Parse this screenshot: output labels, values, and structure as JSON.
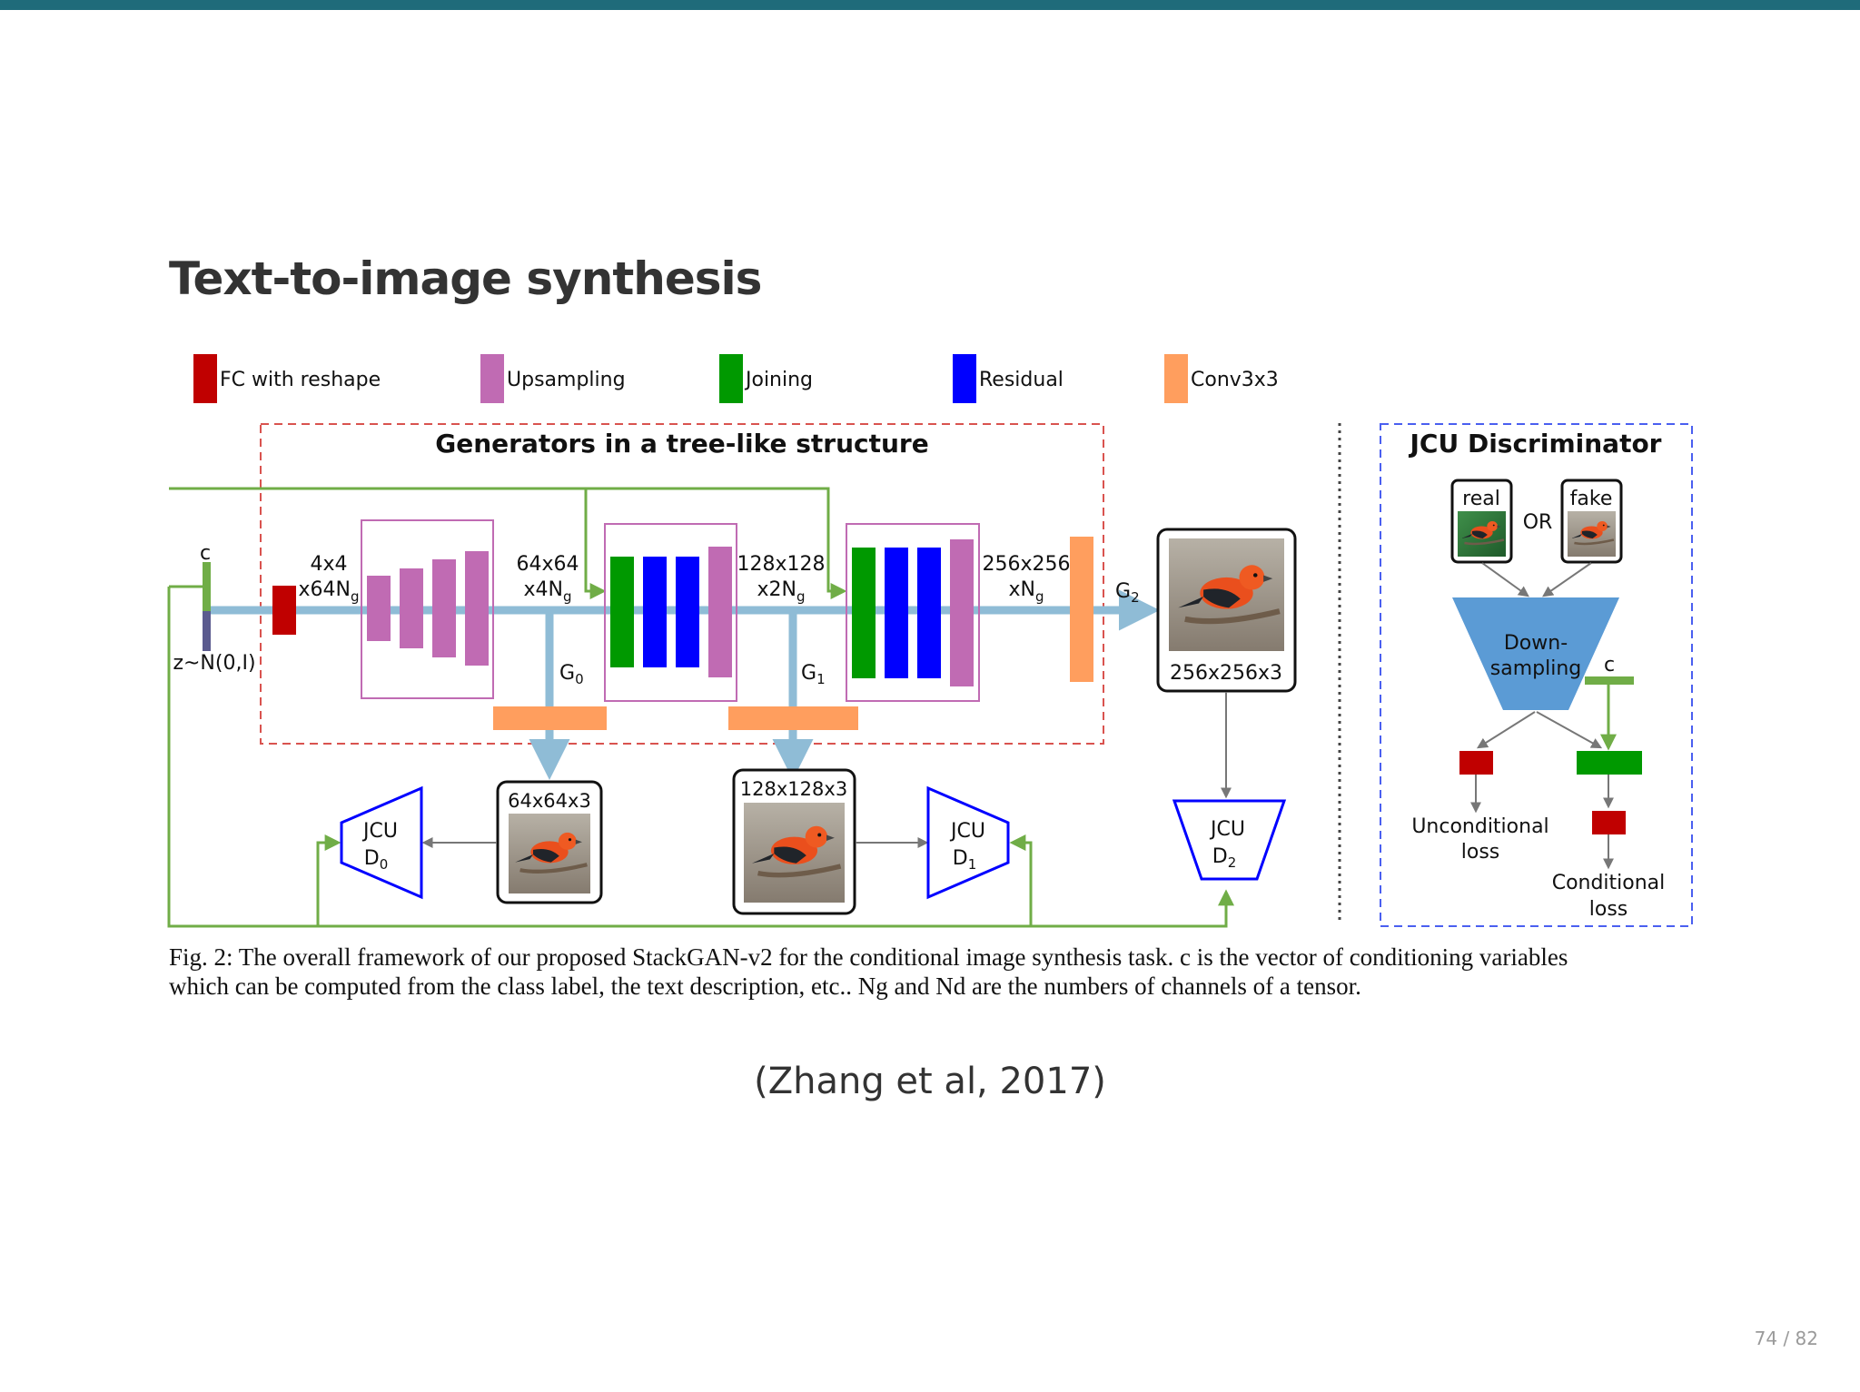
{
  "slide": {
    "title": "Text-to-image synthesis",
    "citation": "(Zhang et al, 2017)",
    "page_number": "74 / 82"
  },
  "legend": [
    {
      "label": "FC with reshape",
      "color": "#c00000"
    },
    {
      "label": "Upsampling",
      "color": "#c06bb3"
    },
    {
      "label": "Joining",
      "color": "#009900"
    },
    {
      "label": "Residual",
      "color": "#0000ff"
    },
    {
      "label": "Conv3x3",
      "color": "#ff9e5e"
    }
  ],
  "generators": {
    "title": "Generators in a tree-like structure",
    "c_label": "c",
    "z_label": "z~N(0,I)",
    "stage0_line1": "4x4",
    "stage0_line2": "x64N",
    "stage1_line1": "64x64",
    "stage1_line2": "x4N",
    "stage2_line1": "128x128",
    "stage2_line2": "x2N",
    "stage3_line1": "256x256",
    "stage3_line2": "xN",
    "subscript_g": "g",
    "g0": "G",
    "g1": "G",
    "g2": "G",
    "sub0": "0",
    "sub1": "1",
    "sub2": "2"
  },
  "outputs": {
    "img64": "64x64x3",
    "img128": "128x128x3",
    "img256": "256x256x3"
  },
  "discriminators": {
    "d_label": "JCU",
    "d0": "D",
    "d1": "D",
    "d2": "D"
  },
  "jcu": {
    "title": "JCU Discriminator",
    "real": "real",
    "fake": "fake",
    "or": "OR",
    "down1": "Down-",
    "down2": "sampling",
    "c": "c",
    "uncond1": "Unconditional",
    "uncond2": "loss",
    "cond1": "Conditional",
    "cond2": "loss"
  },
  "caption": {
    "line1": "Fig. 2: The overall framework of our proposed StackGAN-v2 for the conditional image synthesis task. c is the vector of conditioning variables",
    "line2": "which can be computed from the class label, the text description, etc.. Ng and Nd are the numbers of channels of a tensor."
  },
  "colors": {
    "pipe": "#8fbcd6",
    "green_line": "#70ad47",
    "dashed_red": "#d9534f",
    "dashed_blue": "#4a5ff0",
    "disc_blue": "#0000ff",
    "funnel": "#5b9bd5"
  }
}
